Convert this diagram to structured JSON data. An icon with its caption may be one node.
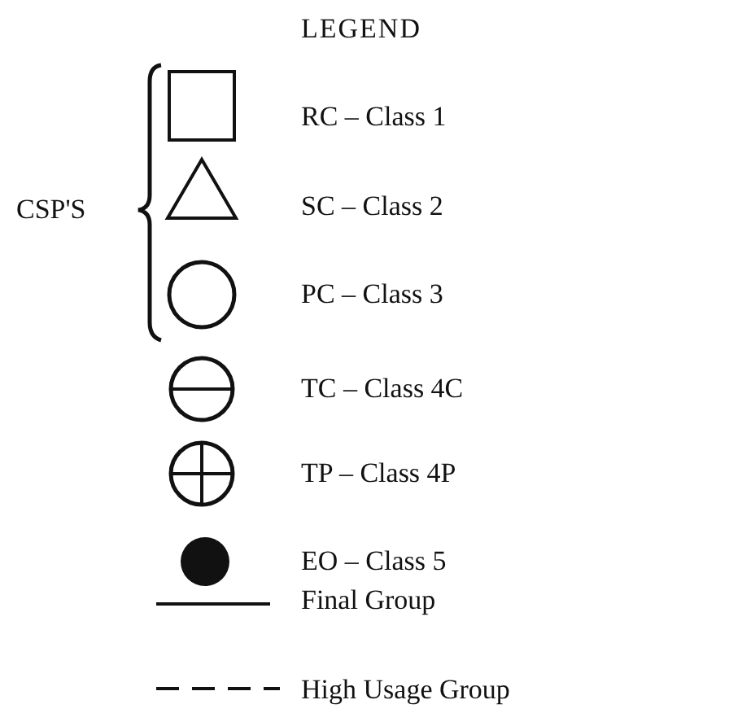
{
  "diagram": {
    "title": "LEGEND",
    "labels": [
      "CSP'S"
    ],
    "legend": [
      {
        "text": "RC – Class 1"
      },
      {
        "text": "SC – Class 2"
      },
      {
        "text": "PC – Class 3"
      },
      {
        "text": "TC – Class 4C"
      },
      {
        "text": "TP – Class 4P"
      },
      {
        "text": "EO – Class 5"
      },
      {
        "text": "Final Group"
      },
      {
        "text": "High Usage Group"
      }
    ]
  }
}
